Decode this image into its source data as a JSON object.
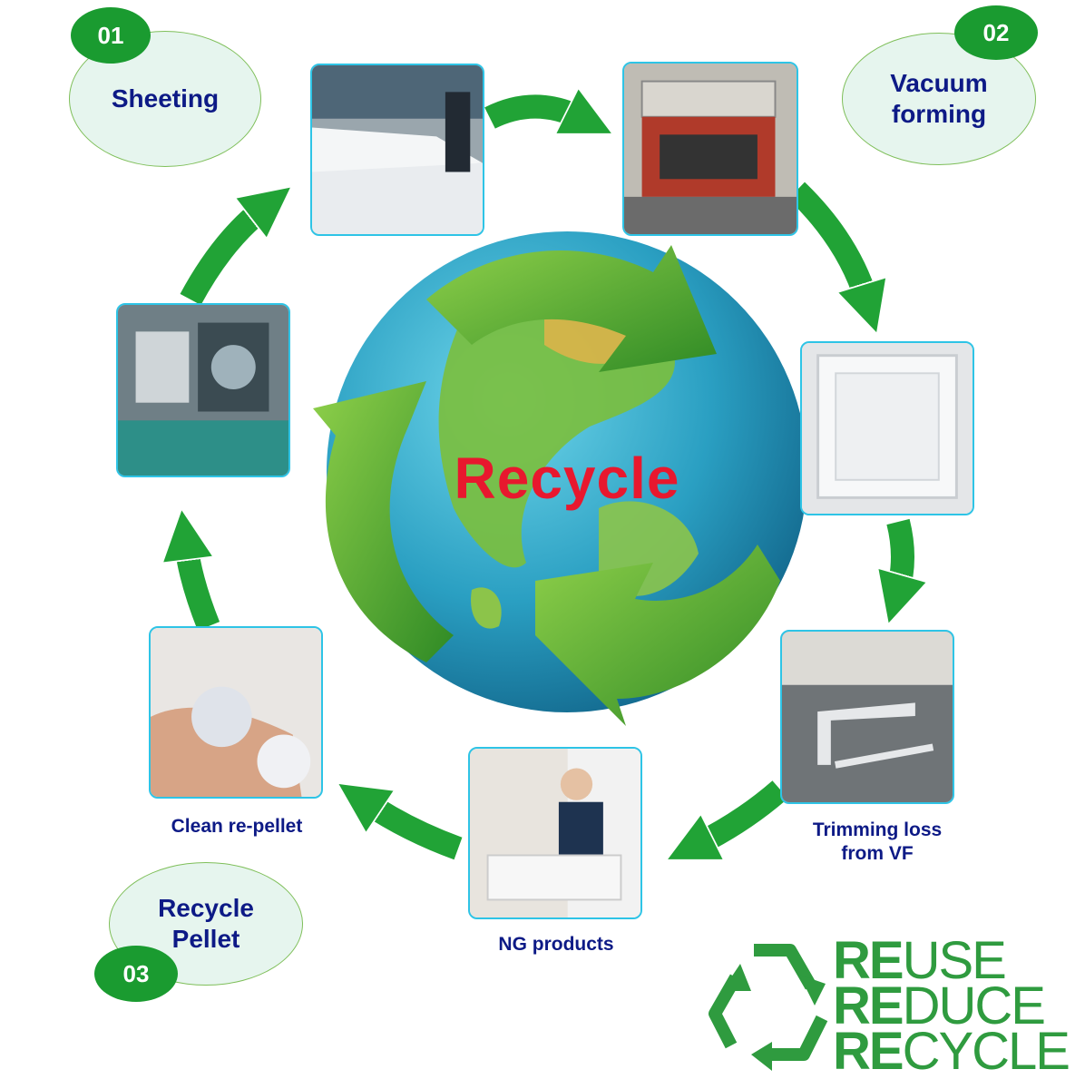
{
  "center": {
    "title": "Recycle"
  },
  "steps": [
    {
      "number": "01",
      "title": "Sheeting"
    },
    {
      "number": "02",
      "title_line1": "Vacuum",
      "title_line2": "forming"
    },
    {
      "number": "03",
      "title_line1": "Recycle",
      "title_line2": "Pellet"
    }
  ],
  "captions": {
    "trimming_line1": "Trimming loss",
    "trimming_line2": "from VF",
    "ng_products": "NG products",
    "clean_repellet": "Clean re-pellet"
  },
  "logo": {
    "line1_bold": "RE",
    "line1_rest": "USE",
    "line2_bold": "RE",
    "line2_rest": "DUCE",
    "line3_bold": "RE",
    "line3_rest": "CYCLE"
  },
  "colors": {
    "accent_green": "#1a9b30",
    "text_navy": "#0d1a86",
    "recycle_red": "#e8182e",
    "frame_cyan": "#2ec4e6"
  }
}
